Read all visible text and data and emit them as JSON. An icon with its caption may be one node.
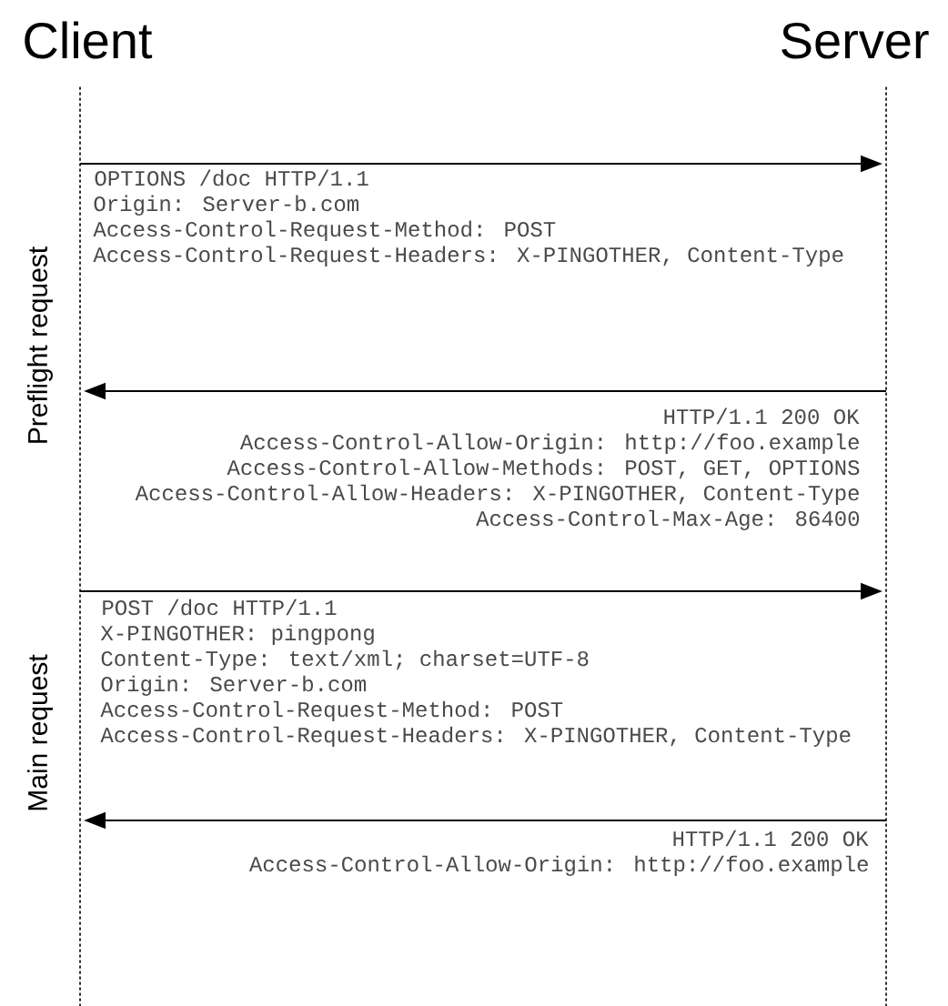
{
  "diagram": {
    "nodes": [
      {
        "text": [
          "Client"
        ]
      },
      {
        "text": [
          "Server"
        ]
      }
    ],
    "edges": [
      {
        "from": 0,
        "to": 1,
        "arrow": "to",
        "label": "OPTIONS /doc HTTP/1.1"
      },
      {
        "from": 1,
        "to": 0,
        "arrow": "to",
        "label": "HTTP/1.1 200 OK"
      },
      {
        "from": 0,
        "to": 1,
        "arrow": "to",
        "label": "POST /doc HTTP/1.1"
      },
      {
        "from": 1,
        "to": 0,
        "arrow": "to",
        "label": "HTTP/1.1 200 OK"
      }
    ],
    "labels": [
      "Preflight request",
      "Origin: Server-b.com",
      "Access-Control-Request-Method: POST",
      "Access-Control-Request-Headers: X-PINGOTHER, Content-Type",
      "Access-Control-Allow-Origin: http://foo.example",
      "Access-Control-Allow-Methods: POST, GET, OPTIONS",
      "Access-Control-Allow-Headers: X-PINGOTHER, Content-Type",
      "Access-Control-Max-Age: 86400",
      "Main request",
      "X-PINGOTHER: pingpong",
      "Content-Type: text/xml; charset=UTF-8",
      "Origin: Server-b.com",
      "Access-Control-Request-Method: POST",
      "Access-Control-Request-Headers: X-PINGOTHER, Content-Type",
      "Access-Control-Allow-Origin: http://foo.example"
    ]
  }
}
